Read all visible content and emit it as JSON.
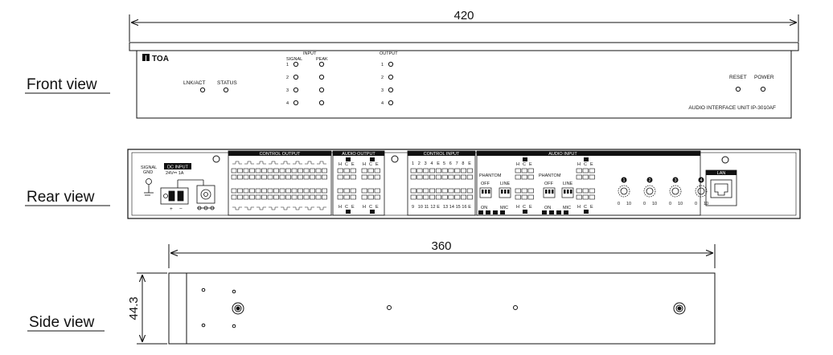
{
  "views": {
    "front": "Front view",
    "rear": "Rear view",
    "side": "Side view"
  },
  "dimensions": {
    "width_front": "420",
    "depth_side": "360",
    "height_side": "44.3"
  },
  "front_panel": {
    "brand": "TOA",
    "lnk_act": "LNK/ACT",
    "status": "STATUS",
    "input_title": "INPUT",
    "signal": "SIGNAL",
    "peak": "PEAK",
    "output_title": "OUTPUT",
    "channels": [
      "1",
      "2",
      "3",
      "4"
    ],
    "reset": "RESET",
    "power": "POWER",
    "model": "AUDIO INTERFACE UNIT IP-3010AF"
  },
  "rear_panel": {
    "signal_gnd": [
      "SIGNAL",
      "GND"
    ],
    "dc_input": "DC INPUT",
    "dc_rating": "24V⎓ 1A",
    "plus": "+",
    "minus": "−",
    "control_output": "CONTROL OUTPUT",
    "audio_output": "AUDIO OUTPUT",
    "control_input": "CONTROL INPUT",
    "audio_input": "AUDIO INPUT",
    "ci_top_labels": [
      "1",
      "2",
      "3",
      "4",
      "E",
      "5",
      "6",
      "7",
      "8",
      "E"
    ],
    "ci_bottom_labels": [
      "9",
      "10",
      "11",
      "12",
      "E",
      "13",
      "14",
      "15",
      "16",
      "E"
    ],
    "hce": [
      "H",
      "C",
      "E"
    ],
    "phantom": "PHANTOM",
    "off": "OFF",
    "on": "ON",
    "line": "LINE",
    "mic": "MIC",
    "knob_numbers": [
      "1",
      "2",
      "3",
      "4"
    ],
    "knob_min": "0",
    "knob_max": "10",
    "lan": "LAN"
  }
}
